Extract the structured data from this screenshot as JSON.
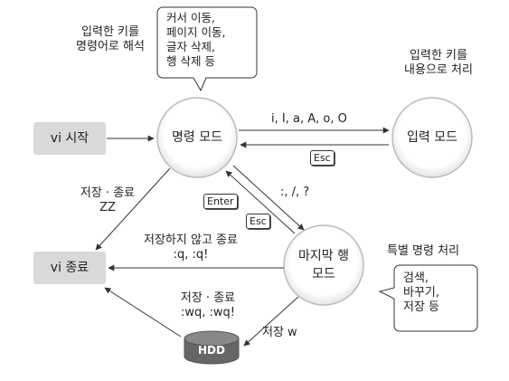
{
  "nodes": {
    "vi_start": "vi 시작",
    "vi_end": "vi 종료",
    "command_mode": "명령 모드",
    "input_mode": "입력 모드",
    "lastline_mode": "마지막 행\n모드",
    "hdd": "HDD"
  },
  "notes": {
    "command_interpret": "입력한 키를\n명령어로 해석",
    "command_bubble": "커서 이동,\n페이지 이동,\n글자 삭제,\n행 삭제 등",
    "input_process": "입력한 키를\n내용으로 처리",
    "lastline_special": "특별 명령 처리",
    "lastline_bubble": "검색,\n바꾸기,\n저장 등"
  },
  "edges": {
    "to_input": "i, I, a, A, o, O",
    "to_lastline": ":, /, ?",
    "save_quit_zz": "저장 · 종료\nZZ",
    "quit_nosave": "저장하지 않고 종료\n:q, :q!",
    "save_quit_wq": "저장 · 종료\n:wq, :wq!",
    "save_w": "저장 w"
  },
  "keys": {
    "esc_top": "Esc",
    "enter": "Enter",
    "esc_mid": "Esc"
  },
  "colors": {
    "box_fill": "#d9d9d9",
    "hdd_fill": "#666666",
    "line": "#333333"
  }
}
